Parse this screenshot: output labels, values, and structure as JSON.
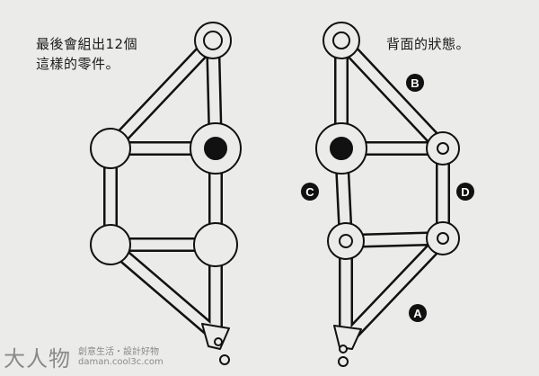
{
  "captions": {
    "front_line1": "最後會組出12個",
    "front_line2": "這樣的零件。",
    "back": "背面的狀態。"
  },
  "markers": {
    "a": "A",
    "b": "B",
    "c": "C",
    "d": "D"
  },
  "watermark": {
    "logo": "大人物",
    "slogan": "創意生活・設計好物",
    "url": "daman.cool3c.com"
  }
}
